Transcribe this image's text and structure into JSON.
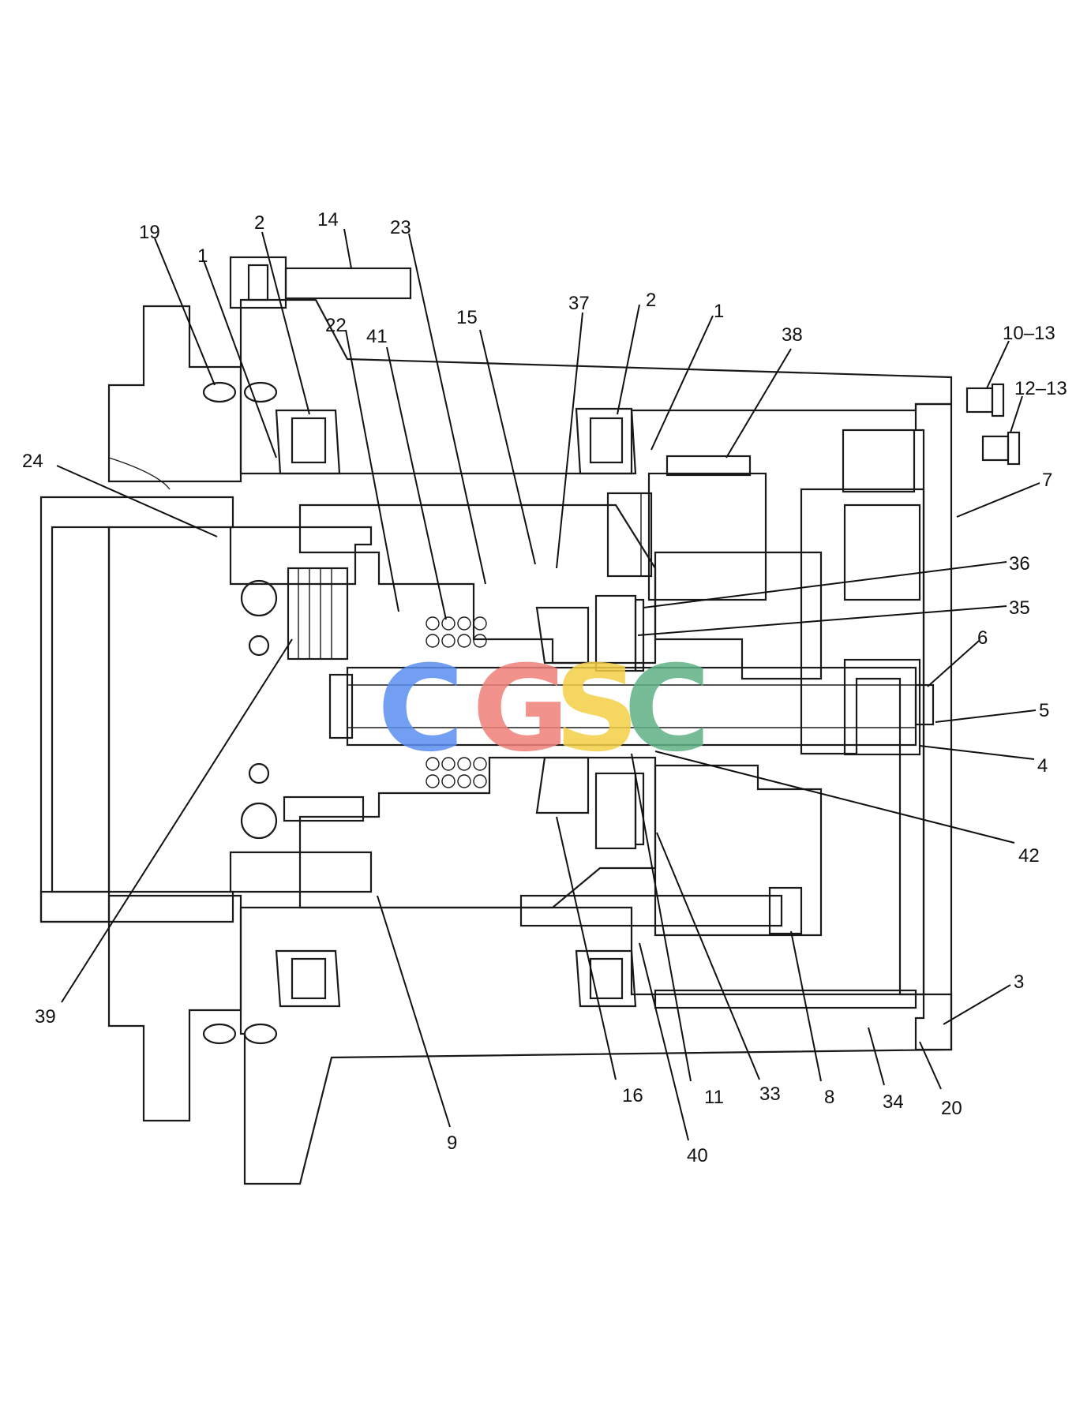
{
  "watermark": {
    "letters": [
      {
        "char": "C",
        "color": "#5b8ff0"
      },
      {
        "char": "G",
        "color": "#f07f78"
      },
      {
        "char": "S",
        "color": "#f3cf45"
      },
      {
        "char": "C",
        "color": "#5fb185"
      }
    ]
  },
  "callouts": [
    {
      "id": "c19",
      "text": "19"
    },
    {
      "id": "c2a",
      "text": "2"
    },
    {
      "id": "c14",
      "text": "14"
    },
    {
      "id": "c23",
      "text": "23"
    },
    {
      "id": "c1a",
      "text": "1"
    },
    {
      "id": "c22",
      "text": "22"
    },
    {
      "id": "c41",
      "text": "41"
    },
    {
      "id": "c15",
      "text": "15"
    },
    {
      "id": "c37",
      "text": "37"
    },
    {
      "id": "c2b",
      "text": "2"
    },
    {
      "id": "c1b",
      "text": "1"
    },
    {
      "id": "c38",
      "text": "38"
    },
    {
      "id": "c1013",
      "text": "10–13"
    },
    {
      "id": "c1213",
      "text": "12–13"
    },
    {
      "id": "c24",
      "text": "24"
    },
    {
      "id": "c7",
      "text": "7"
    },
    {
      "id": "c36",
      "text": "36"
    },
    {
      "id": "c35",
      "text": "35"
    },
    {
      "id": "c6",
      "text": "6"
    },
    {
      "id": "c5",
      "text": "5"
    },
    {
      "id": "c4",
      "text": "4"
    },
    {
      "id": "c42",
      "text": "42"
    },
    {
      "id": "c39",
      "text": "39"
    },
    {
      "id": "c3",
      "text": "3"
    },
    {
      "id": "c16",
      "text": "16"
    },
    {
      "id": "c11",
      "text": "11"
    },
    {
      "id": "c33",
      "text": "33"
    },
    {
      "id": "c8",
      "text": "8"
    },
    {
      "id": "c34",
      "text": "34"
    },
    {
      "id": "c20",
      "text": "20"
    },
    {
      "id": "c9",
      "text": "9"
    },
    {
      "id": "c40",
      "text": "40"
    }
  ]
}
